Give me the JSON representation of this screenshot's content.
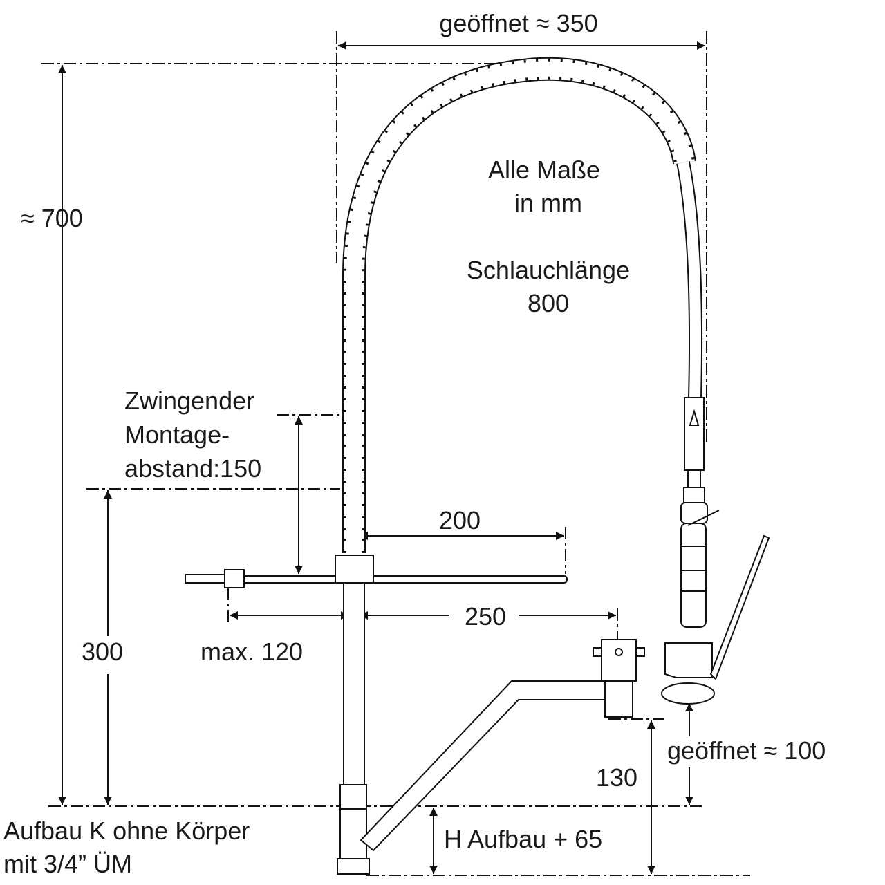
{
  "dimensions": {
    "opened_width": "geöffnet ≈ 350",
    "total_height": "≈ 700",
    "mount_height": "300",
    "spout_length": "200",
    "valve_distance": "250",
    "max_offset": "max. 120",
    "valve_height": "130",
    "opened_drop": "geöffnet ≈ 100",
    "base_height": "H Aufbau + 65"
  },
  "notes": {
    "units_line1": "Alle Maße",
    "units_line2": "in mm",
    "hose_label": "Schlauchlänge",
    "hose_length": "800",
    "mount_line1": "Zwingender",
    "mount_line2": "Montage-",
    "mount_line3": "abstand:150",
    "base_line1": "Aufbau K ohne Körper",
    "base_line2": "mit 3/4” ÜM"
  }
}
